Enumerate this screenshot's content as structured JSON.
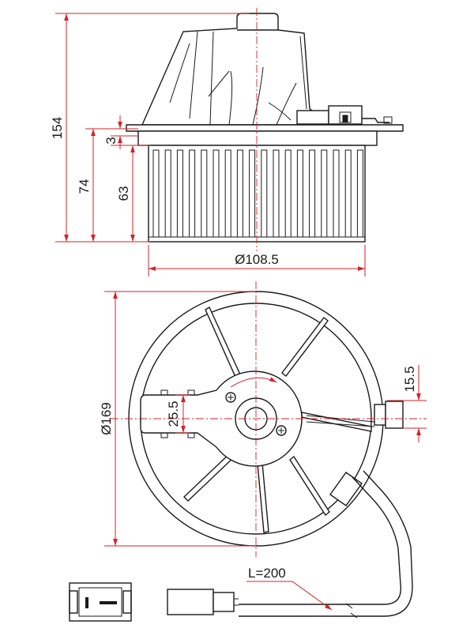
{
  "dimensions": {
    "overall_height": "154",
    "motor_height": "74",
    "flange_thickness": "3",
    "fan_height": "63",
    "fan_diameter": "Ø108.5",
    "housing_diameter": "Ø169",
    "mount_width": "25.5",
    "connector_offset": "15.5",
    "cable_length": "L=200"
  },
  "colors": {
    "outline": "#1a1a1a",
    "dimension": "#d2232a",
    "background": "#ffffff"
  }
}
